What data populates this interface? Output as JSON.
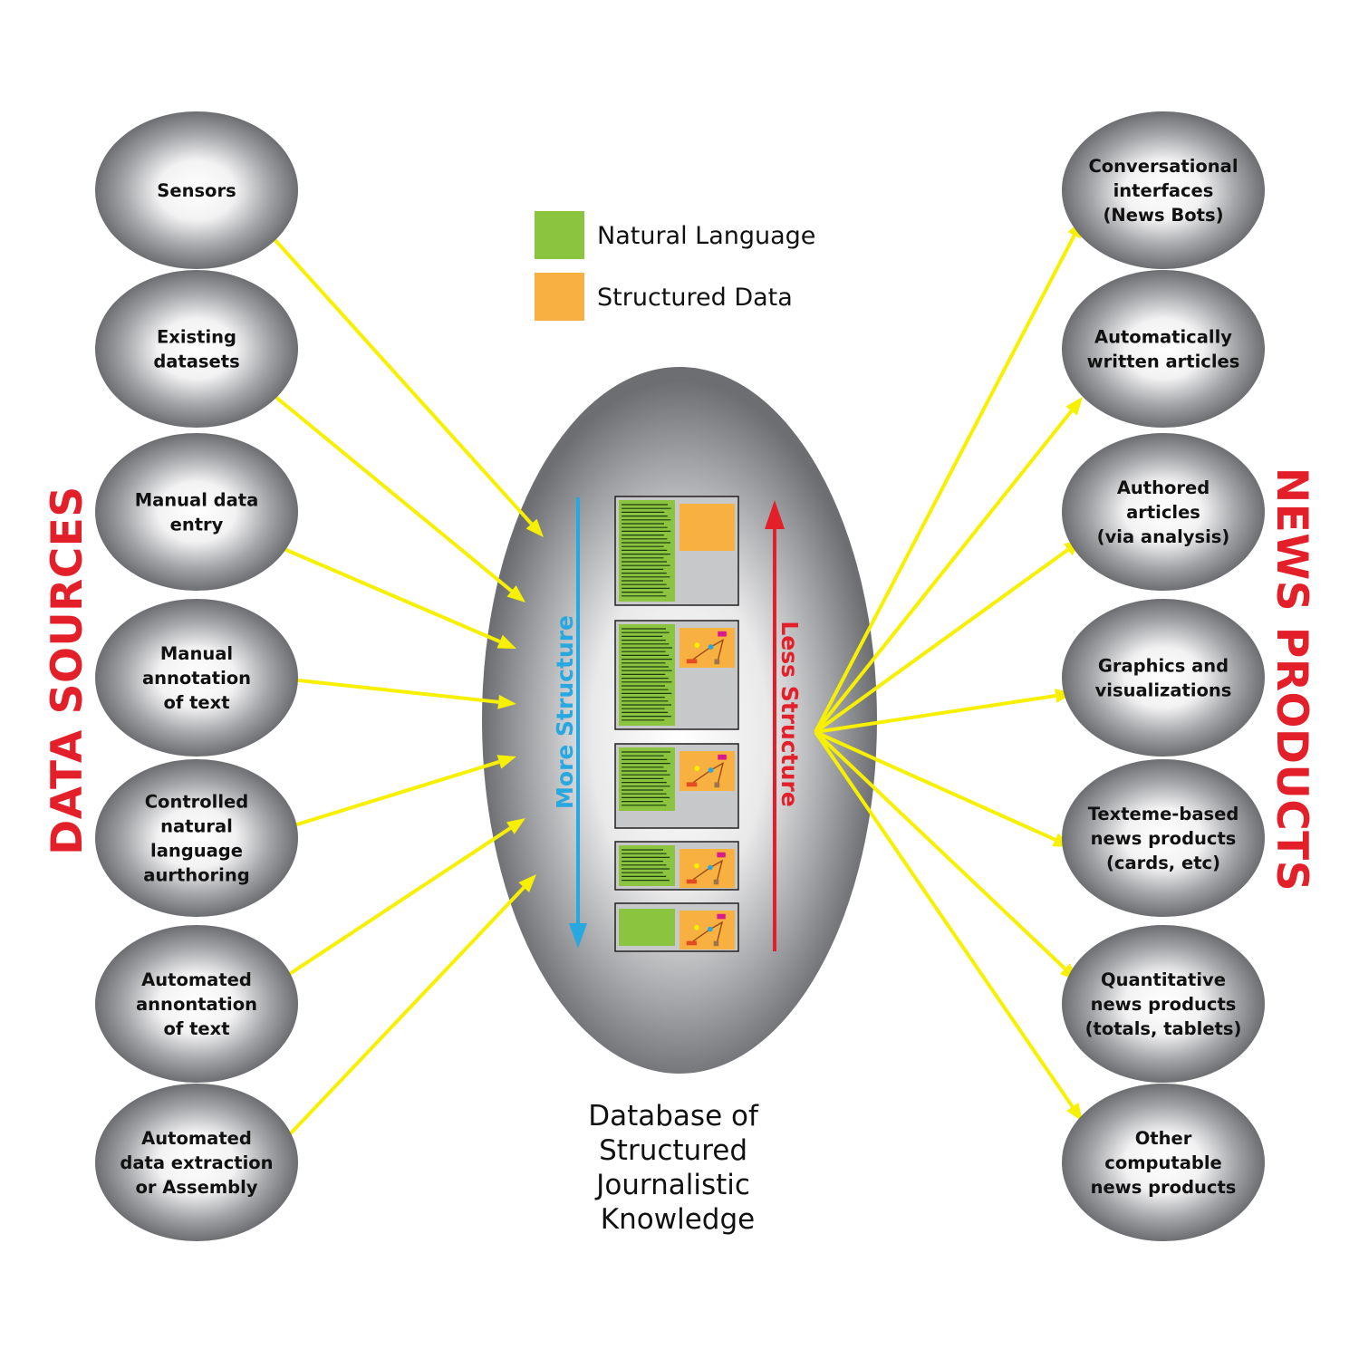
{
  "titles": {
    "left": "DATA SOURCES",
    "right": "NEWS PRODUCTS"
  },
  "colors": {
    "title_red": "#e3202a",
    "arrow_yellow": "#f7f000",
    "natural_language_green": "#8bc53f",
    "structured_data_orange": "#f8b040",
    "more_structure_blue": "#27a8e0",
    "less_structure_red": "#e3202a"
  },
  "legend": [
    {
      "label": "Natural Language",
      "color": "#8bc53f"
    },
    {
      "label": "Structured Data",
      "color": "#f8b040"
    }
  ],
  "data_sources": [
    {
      "lines": [
        "Sensors"
      ]
    },
    {
      "lines": [
        "Existing",
        "datasets"
      ]
    },
    {
      "lines": [
        "Manual data",
        "entry"
      ]
    },
    {
      "lines": [
        "Manual",
        "annotation",
        "of text"
      ]
    },
    {
      "lines": [
        "Controlled",
        "natural",
        "language",
        "aurthoring"
      ]
    },
    {
      "lines": [
        "Automated",
        "annontation",
        "of text"
      ]
    },
    {
      "lines": [
        "Automated",
        "data extraction",
        "or Assembly"
      ]
    }
  ],
  "news_products": [
    {
      "lines": [
        "Conversational",
        "interfaces",
        "(News Bots)"
      ]
    },
    {
      "lines": [
        "Automatically",
        "written articles"
      ]
    },
    {
      "lines": [
        "Authored",
        "articles",
        "(via analysis)"
      ]
    },
    {
      "lines": [
        "Graphics and",
        "visualizations"
      ]
    },
    {
      "lines": [
        "Texteme-based",
        "news products",
        "(cards, etc)"
      ]
    },
    {
      "lines": [
        "Quantitative",
        "news products",
        "(totals, tablets)"
      ]
    },
    {
      "lines": [
        "Other",
        "computable",
        "news products"
      ]
    }
  ],
  "database": {
    "title_lines": [
      "Database of",
      "Structured",
      "Journalistic",
      "Knowledge"
    ],
    "more_structure_label": "More Structure",
    "less_structure_label": "Less Structure",
    "card_types": [
      "text-with-block",
      "text-with-graph",
      "text-with-graph",
      "text-with-graph",
      "block-with-graph"
    ]
  }
}
